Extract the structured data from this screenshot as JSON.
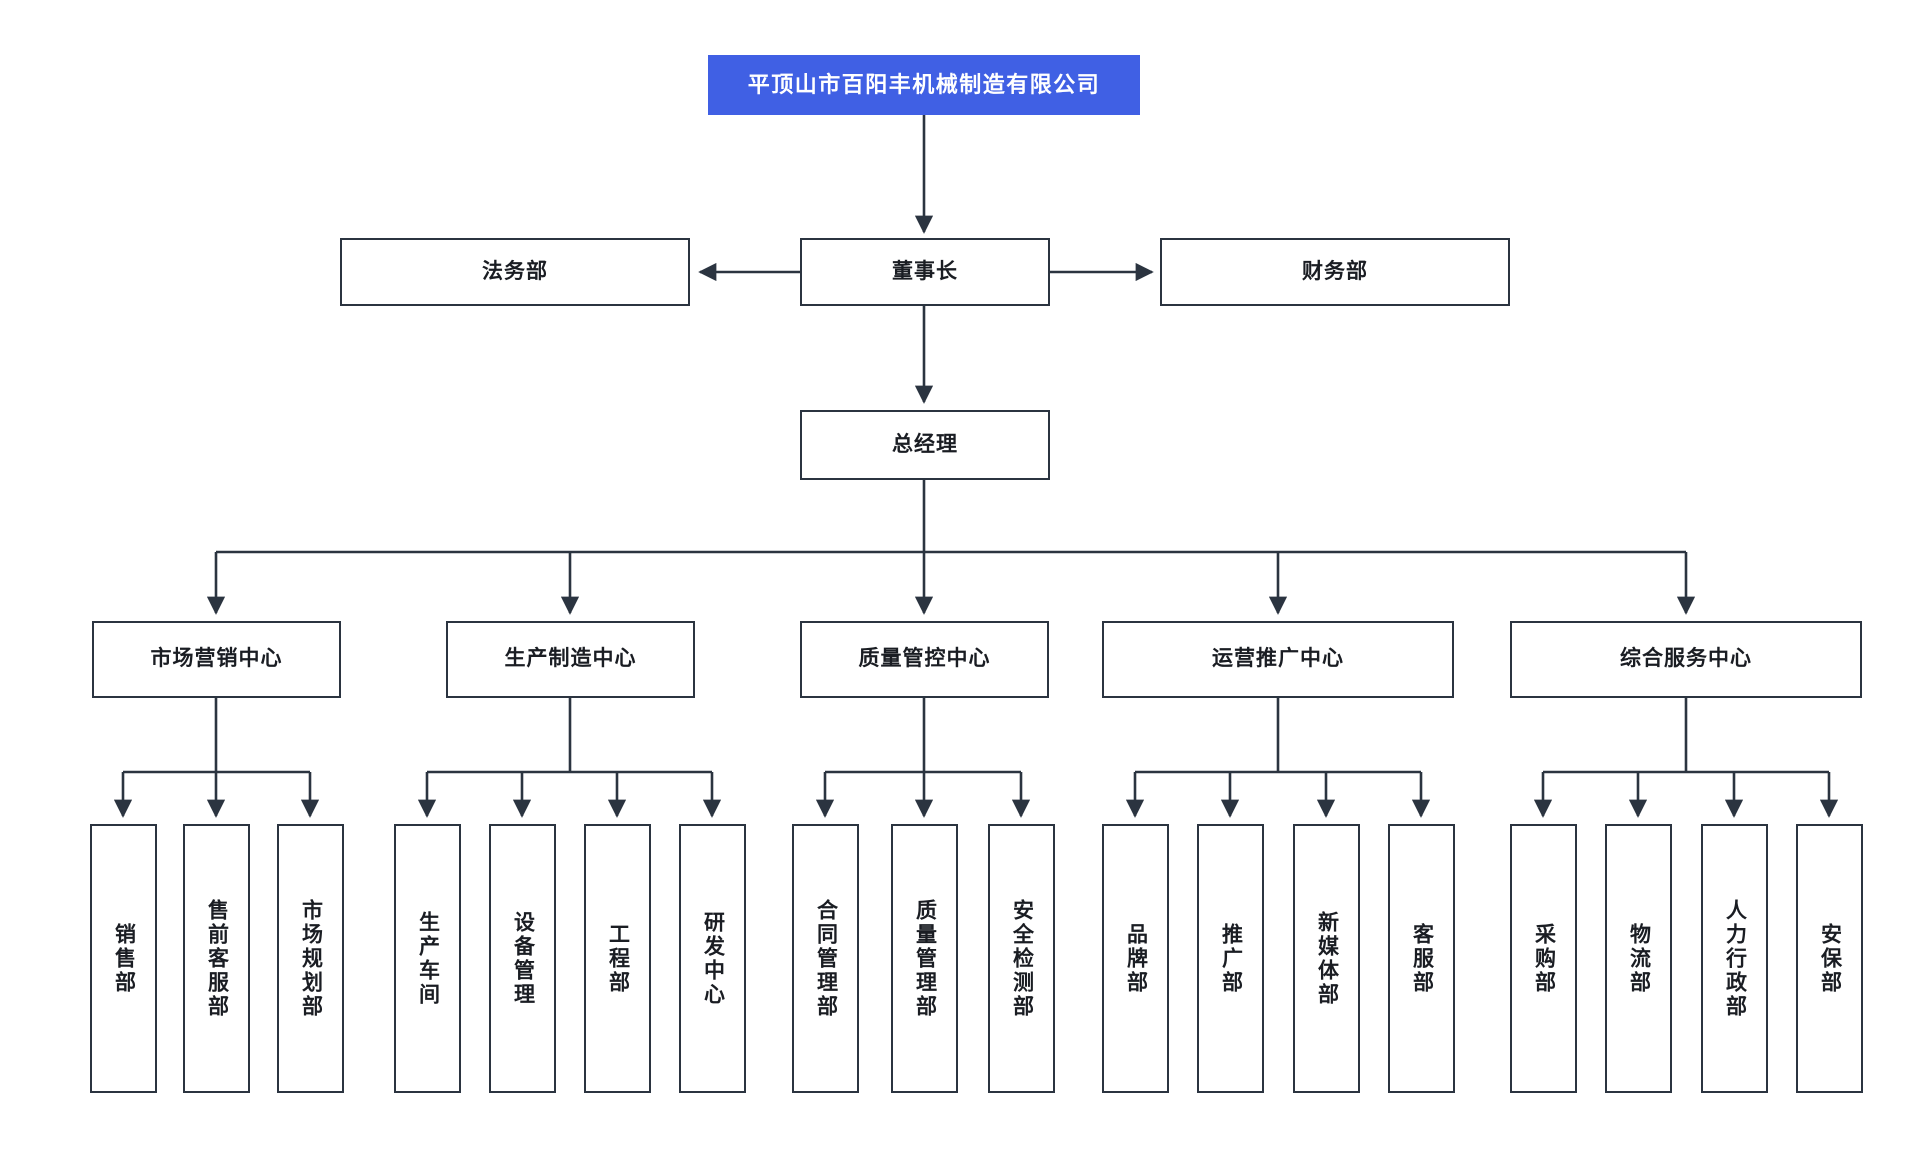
{
  "diagram": {
    "type": "org-chart",
    "title_box": {
      "label": "平顶山市百阳丰机械制造有限公司",
      "fill": "#4060e4",
      "text_color": "#ffffff"
    },
    "colors": {
      "accent": "#4060e4",
      "box_border": "#2b3440",
      "connector": "#2b3440",
      "background": "#ffffff"
    },
    "level2": {
      "left": "法务部",
      "center": "董事长",
      "right": "财务部"
    },
    "level3": {
      "center": "总经理"
    },
    "centers": [
      {
        "label": "市场营销中心",
        "departments": [
          "销售部",
          "售前客服部",
          "市场规划部"
        ]
      },
      {
        "label": "生产制造中心",
        "departments": [
          "生产车间",
          "设备管理",
          "工程部",
          "研发中心"
        ]
      },
      {
        "label": "质量管控中心",
        "departments": [
          "合同管理部",
          "质量管理部",
          "安全检测部"
        ]
      },
      {
        "label": "运营推广中心",
        "departments": [
          "品牌部",
          "推广部",
          "新媒体部",
          "客服部"
        ]
      },
      {
        "label": "综合服务中心",
        "departments": [
          "采购部",
          "物流部",
          "人力行政部",
          "安保部"
        ]
      }
    ]
  }
}
